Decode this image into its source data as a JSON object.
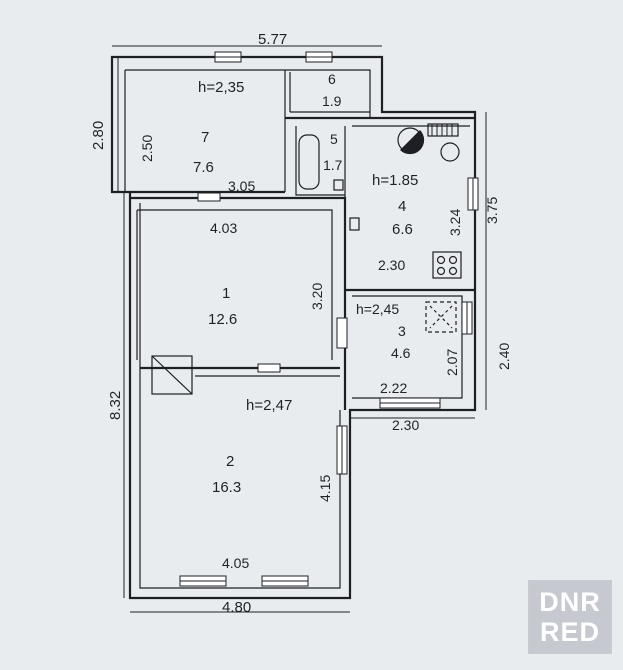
{
  "plan": {
    "overall": {
      "top_width": "5.77",
      "left_small": "2.80",
      "left_large": "8.32",
      "bottom_width": "4.80"
    },
    "room7": {
      "number": "7",
      "area": "7.6",
      "height": "h=2,35",
      "side": "2.50",
      "bottom": "3.05"
    },
    "room6": {
      "number": "6",
      "area": "1.9"
    },
    "room5": {
      "number": "5",
      "area": "1.7"
    },
    "room4": {
      "number": "4",
      "area": "6.6",
      "height": "h=1.85",
      "side": "3.24",
      "outer": "3.75",
      "bottom": "2.30"
    },
    "room1": {
      "number": "1",
      "area": "12.6",
      "top": "4.03",
      "side": "3.20"
    },
    "room3": {
      "number": "3",
      "area": "4.6",
      "height": "h=2,45",
      "side": "2.07",
      "outer": "2.40",
      "inner_bottom": "2.22",
      "outer_bottom": "2.30"
    },
    "room2": {
      "number": "2",
      "area": "16.3",
      "height": "h=2,47",
      "side": "4.15",
      "bottom": "4.05"
    }
  },
  "watermark": {
    "line1": "DNR",
    "line2": "RED",
    "color": "#ffffff"
  }
}
